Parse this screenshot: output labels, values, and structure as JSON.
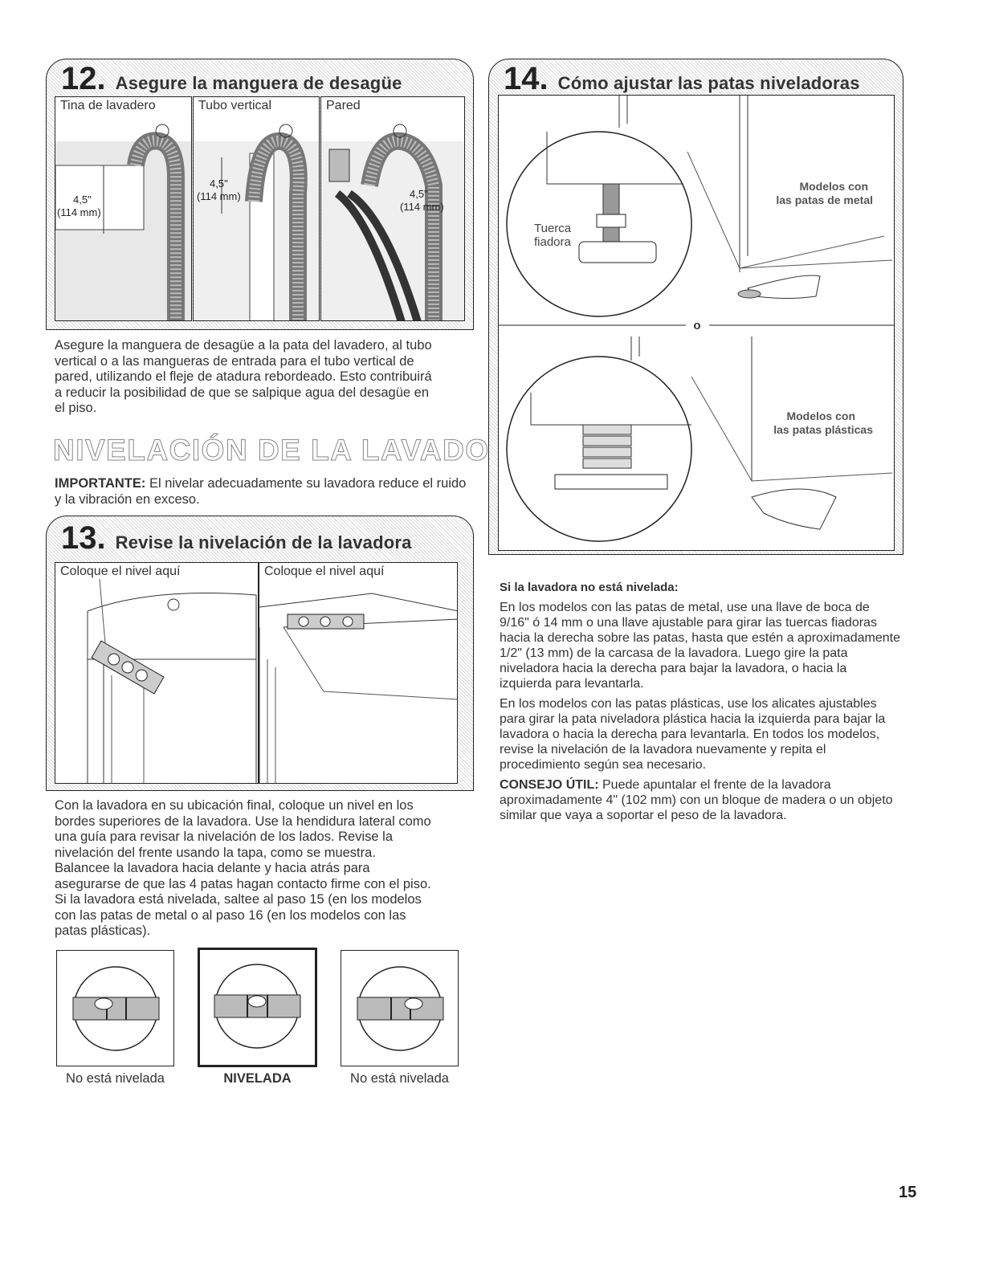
{
  "step12": {
    "number": "12.",
    "title": "Asegure la manguera de desagüe",
    "panels": [
      "Tina de lavadero",
      "Tubo vertical",
      "Pared"
    ],
    "dim_a": "4,5\"",
    "dim_b": "(114 mm)",
    "text": "Asegure la manguera de desagüe a la pata del lavadero, al tubo vertical o a las mangueras de entrada para el tubo vertical de pared, utilizando el fleje de atadura rebordeado. Esto contribuirá a reducir la posibilidad de que se salpique agua del desagüe en el piso."
  },
  "leveling": {
    "heading": "NIVELACIÓN DE LA LAVADORA",
    "important_label": "IMPORTANTE:",
    "important_text": " El nivelar adecuadamente su lavadora reduce el ruido y la vibración en exceso."
  },
  "step13": {
    "number": "13.",
    "title": "Revise la nivelación de la lavadora",
    "panels": [
      "Coloque el nivel aquí",
      "Coloque el nivel aquí"
    ],
    "text": "Con la lavadora en su ubicación final, coloque un nivel en los bordes superiores de la lavadora. Use la hendidura lateral como una guía para revisar la nivelación de los lados. Revise la nivelación del frente usando la tapa, como se muestra. Balancee la lavadora hacia delante y hacia atrás para asegurarse de que las 4 patas hagan contacto firme con el piso. Si la lavadora está nivelada, saltee al paso 15 (en los modelos con las patas de metal o al paso 16 (en los modelos con las patas plásticas).",
    "levels": [
      "No está nivelada",
      "NIVELADA",
      "No está nivelada"
    ]
  },
  "step14": {
    "number": "14.",
    "title": "Cómo ajustar las patas niveladoras",
    "nut_label_1": "Tuerca",
    "nut_label_2": "fiadora",
    "metal_1": "Modelos con",
    "metal_2": "las patas de metal",
    "or": "o",
    "plastic_1": "Modelos con",
    "plastic_2": "las patas plásticas"
  },
  "notlevel": {
    "heading": "Si la lavadora no está nivelada:",
    "para1": "En los modelos con las patas de metal, use una llave de boca de 9/16\" ó 14 mm o una llave ajustable para girar las tuercas fiadoras hacia la derecha sobre las patas, hasta que estén a aproximadamente 1/2\" (13 mm) de la carcasa de la lavadora. Luego gire la pata niveladora hacia la derecha para bajar la lavadora, o hacia la izquierda para levantarla.",
    "para2": "En los modelos con las patas plásticas, use los alicates ajustables para girar la pata niveladora plástica hacia la izquierda para bajar la lavadora o hacia la derecha para levantarla. En todos los modelos, revise la nivelación de la lavadora nuevamente y repita el procedimiento según sea necesario.",
    "tip_label": "CONSEJO ÚTIL:",
    "tip_text": " Puede apuntalar el frente de la lavadora aproximadamente 4\" (102 mm) con un bloque de madera o un objeto similar que vaya a soportar el peso de la lavadora."
  },
  "page_number": "15"
}
